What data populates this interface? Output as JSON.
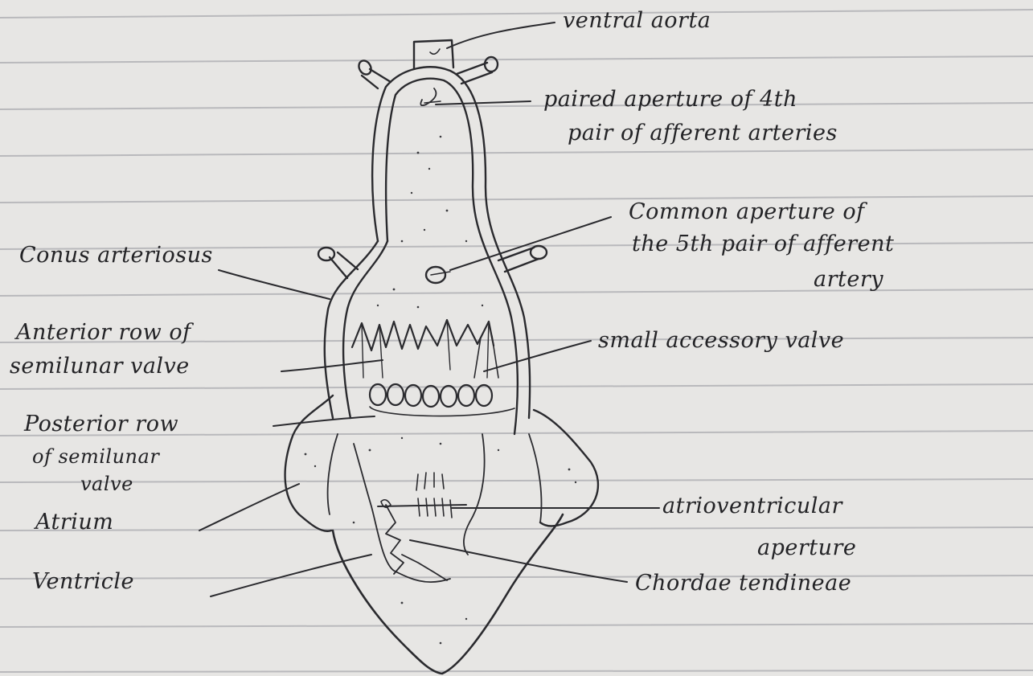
{
  "colors": {
    "paper": "#e7e6e4",
    "rule": "#b9b9bc",
    "ink": "#232326"
  },
  "labels": {
    "ventral_aorta": "ventral aorta",
    "paired_aperture_l1": "paired aperture of 4th",
    "paired_aperture_l2": "pair of afferent arteries",
    "common_aperture_l1": "Common aperture of",
    "common_aperture_l2": "the 5th pair of afferent",
    "common_aperture_l3": "artery",
    "conus": "Conus arteriosus",
    "anterior_row_l1": "Anterior row of",
    "anterior_row_l2": "semilunar valve",
    "small_valve": "small accessory valve",
    "posterior_row_l1": "Posterior row",
    "posterior_row_l2": "of semilunar",
    "posterior_row_l3": "valve",
    "atrium": "Atrium",
    "atrioventricular_l1": "atrioventricular",
    "atrioventricular_l2": "aperture",
    "ventricle": "Ventricle",
    "chordae": "Chordae tendineae"
  }
}
